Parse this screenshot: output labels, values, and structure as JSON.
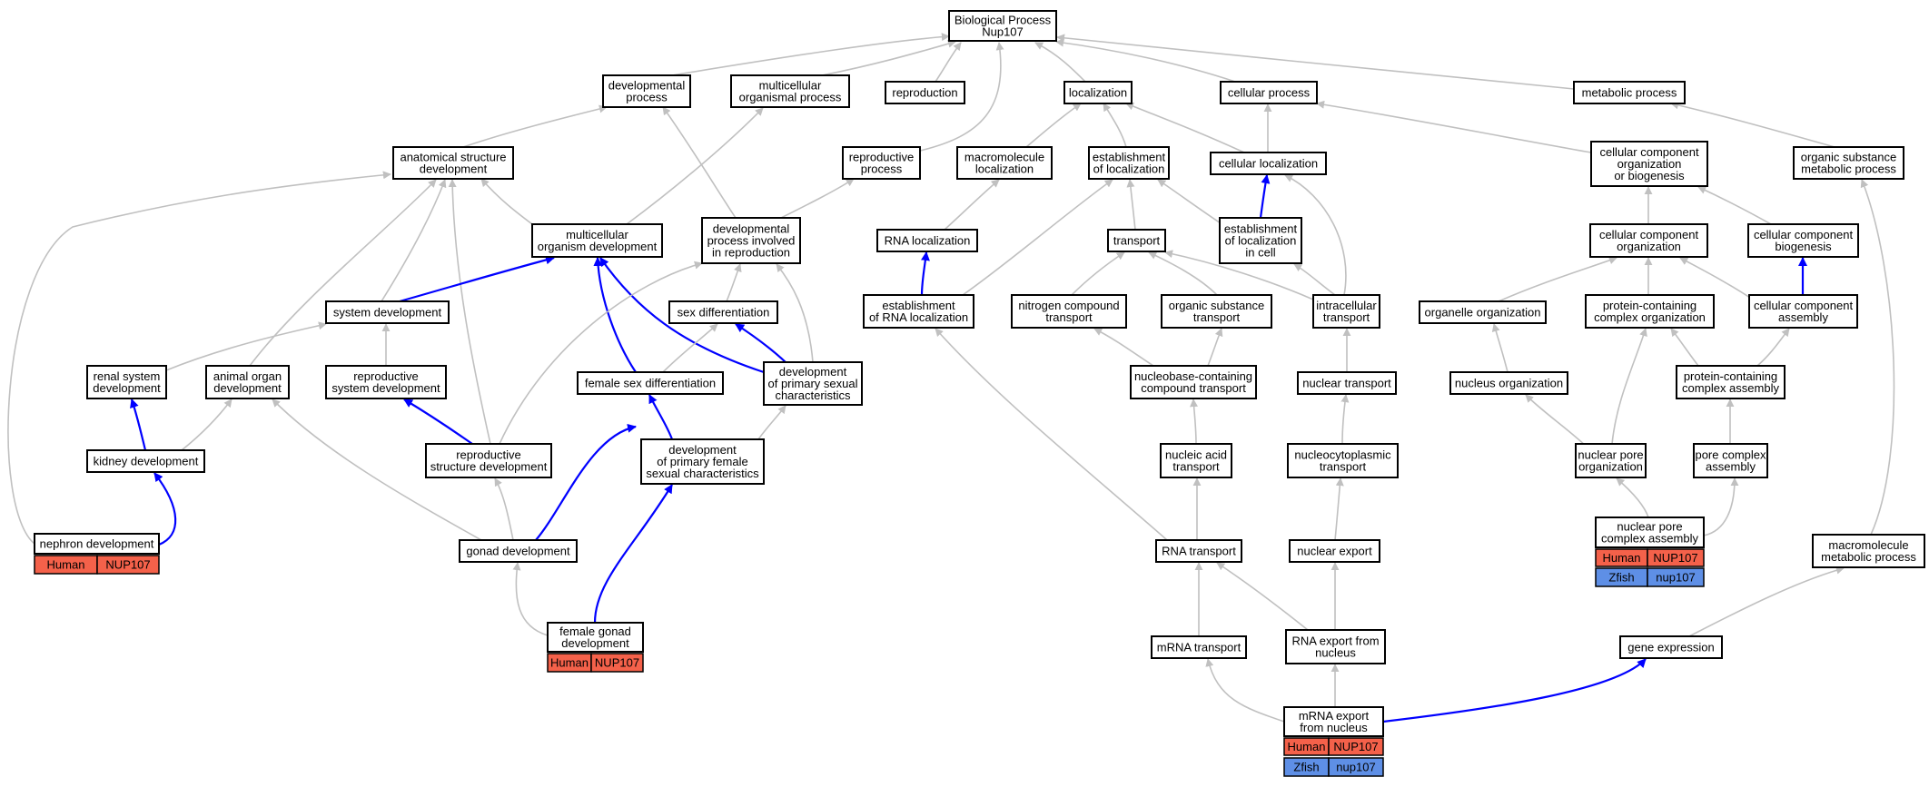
{
  "colors": {
    "human": "#f4614a",
    "zfish": "#5e8fe6",
    "edge_gray": "#c0c0c0",
    "edge_blue": "#0000ff"
  },
  "nodes": {
    "bp": [
      "Biological Process",
      "Nup107"
    ],
    "dev_proc": [
      "developmental",
      "process"
    ],
    "multi_org_proc": [
      "multicellular",
      "organismal process"
    ],
    "reproduction": [
      "reproduction"
    ],
    "localization": [
      "localization"
    ],
    "cell_proc": [
      "cellular process"
    ],
    "metab_proc": [
      "metabolic process"
    ],
    "anat_dev": [
      "anatomical structure",
      "development"
    ],
    "repro_proc": [
      "reproductive",
      "process"
    ],
    "macromol_loc": [
      "macromolecule",
      "localization"
    ],
    "estab_loc": [
      "establishment",
      "of localization"
    ],
    "cell_loc": [
      "cellular localization"
    ],
    "ccob": [
      "cellular component",
      "organization",
      "or biogenesis"
    ],
    "org_sub_met": [
      "organic substance",
      "metabolic process"
    ],
    "multi_org_dev": [
      "multicellular",
      "organism development"
    ],
    "dev_proc_repro": [
      "developmental",
      "process involved",
      "in reproduction"
    ],
    "rna_loc": [
      "RNA localization"
    ],
    "transport": [
      "transport"
    ],
    "estab_loc_cell": [
      "establishment",
      "of localization",
      "in cell"
    ],
    "cc_org": [
      "cellular component",
      "organization"
    ],
    "cc_biogen": [
      "cellular component",
      "biogenesis"
    ],
    "sys_dev": [
      "system development"
    ],
    "sex_diff": [
      "sex differentiation"
    ],
    "estab_rna_loc": [
      "establishment",
      "of RNA localization"
    ],
    "nitrogen_transport": [
      "nitrogen compound",
      "transport"
    ],
    "org_sub_transport": [
      "organic substance",
      "transport"
    ],
    "intracell_transport": [
      "intracellular",
      "transport"
    ],
    "organelle_org": [
      "organelle organization"
    ],
    "prot_complex_org": [
      "protein-containing",
      "complex organization"
    ],
    "cc_assembly": [
      "cellular component",
      "assembly"
    ],
    "renal_dev": [
      "renal system",
      "development"
    ],
    "animal_organ_dev": [
      "animal organ",
      "development"
    ],
    "repro_sys_dev": [
      "reproductive",
      "system development"
    ],
    "female_sex_diff": [
      "female sex differentiation"
    ],
    "dev_primary_sex": [
      "development",
      "of primary sexual",
      "characteristics"
    ],
    "nucleobase_transport": [
      "nucleobase-containing",
      "compound transport"
    ],
    "nuclear_transport": [
      "nuclear transport"
    ],
    "nucleus_org": [
      "nucleus organization"
    ],
    "prot_complex_assembly": [
      "protein-containing",
      "complex assembly"
    ],
    "kidney_dev": [
      "kidney development"
    ],
    "repro_struct_dev": [
      "reproductive",
      "structure development"
    ],
    "dev_primary_female": [
      "development",
      "of primary female",
      "sexual characteristics"
    ],
    "nucleic_acid_transport": [
      "nucleic acid",
      "transport"
    ],
    "nucleocyto_transport": [
      "nucleocytoplasmic",
      "transport"
    ],
    "nuclear_pore_org": [
      "nuclear pore",
      "organization"
    ],
    "pore_complex_assembly": [
      "pore complex",
      "assembly"
    ],
    "nephron_dev": [
      "nephron development"
    ],
    "gonad_dev": [
      "gonad development"
    ],
    "rna_transport": [
      "RNA transport"
    ],
    "nuclear_export": [
      "nuclear export"
    ],
    "npc_assembly": [
      "nuclear pore",
      "complex assembly"
    ],
    "macromol_met": [
      "macromolecule",
      "metabolic process"
    ],
    "female_gonad_dev": [
      "female gonad",
      "development"
    ],
    "mrna_transport": [
      "mRNA transport"
    ],
    "rna_export": [
      "RNA export from",
      "nucleus"
    ],
    "gene_expr": [
      "gene expression"
    ],
    "mrna_export": [
      "mRNA export",
      "from nucleus"
    ]
  },
  "annotations": {
    "nephron_dev": [
      [
        "Human",
        "NUP107"
      ]
    ],
    "female_gonad_dev": [
      [
        "Human",
        "NUP107"
      ]
    ],
    "npc_assembly": [
      [
        "Human",
        "NUP107"
      ],
      [
        "Zfish",
        "nup107"
      ]
    ],
    "mrna_export": [
      [
        "Human",
        "NUP107"
      ],
      [
        "Zfish",
        "nup107"
      ]
    ]
  }
}
